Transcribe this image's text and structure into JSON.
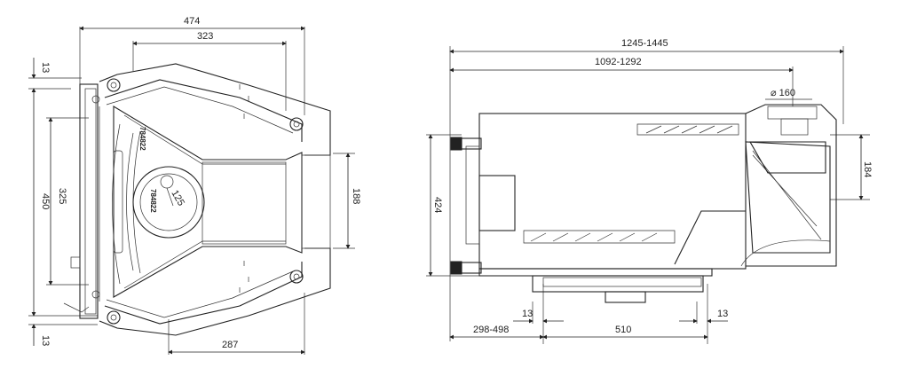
{
  "colors": {
    "line": "#222222",
    "background": "#ffffff"
  },
  "front_view": {
    "dims": {
      "overall_width": "474",
      "inner_width": "323",
      "bottom_width": "287",
      "overall_height": "450",
      "inner_height": "325",
      "opening_height": "188",
      "top_offset": "13",
      "bottom_offset": "13",
      "flue_diameter": "125"
    },
    "labels": {
      "part_code_top": "784822",
      "part_code_mid": "784822"
    }
  },
  "side_view": {
    "dims": {
      "total_length": "1245-1445",
      "body_length": "1092-1292",
      "flue_diameter": "⌀ 160",
      "flue_height": "184",
      "overall_height": "424",
      "front_offset": "298-498",
      "base_width": "510",
      "left_gap": "13",
      "right_gap": "13"
    }
  }
}
